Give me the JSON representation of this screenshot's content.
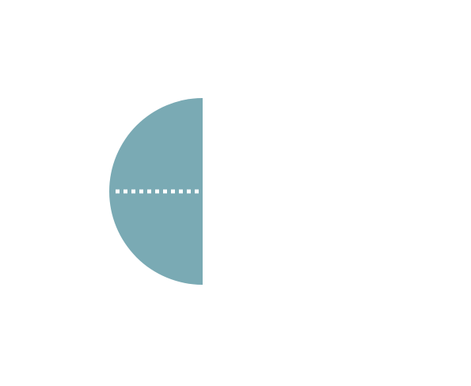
{
  "diagram": {
    "shape": "semicircle",
    "orientation": "left",
    "fill_color": "#7aaab4",
    "divider": {
      "style": "dotted",
      "color": "#ffffff",
      "direction": "horizontal"
    },
    "background_color": "#ffffff"
  }
}
